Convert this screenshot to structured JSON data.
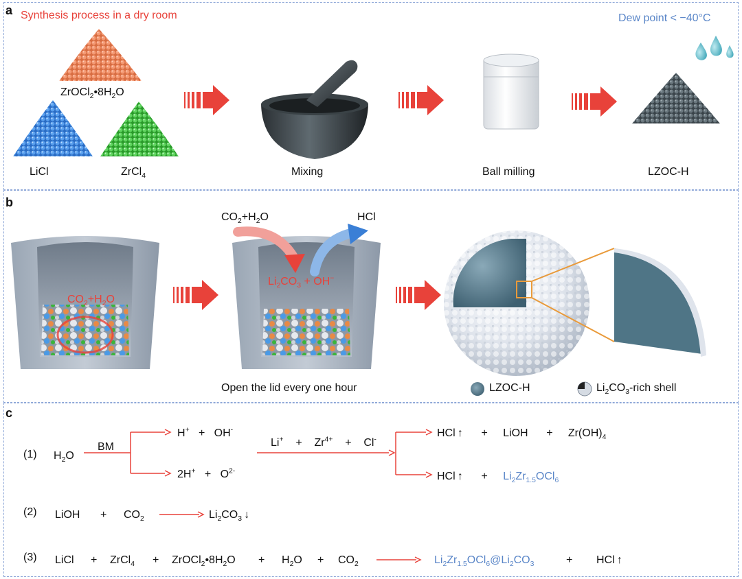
{
  "panel_a": {
    "label": "a",
    "title": "Synthesis process in a dry room",
    "dew_point": "Dew point < −40°C",
    "precursors": {
      "zrocl2": {
        "main": "ZrOCl",
        "sub1": "2",
        "mid": "•8H",
        "sub2": "2",
        "tail": "O"
      },
      "licl": "LiCl",
      "zrcl4": {
        "main": "ZrCl",
        "sub": "4"
      }
    },
    "steps": {
      "mixing": "Mixing",
      "ball_milling": "Ball milling",
      "product": "LZOC-H"
    }
  },
  "panel_b": {
    "label": "b",
    "reactant_inside": {
      "a": "CO",
      "a_sub": "2",
      "b": "+H",
      "b_sub": "2",
      "c": "O"
    },
    "reactant_in": {
      "a": "CO",
      "a_sub": "2",
      "b": "+H",
      "b_sub": "2",
      "c": "O"
    },
    "gas_out": "HCl",
    "product_inside": {
      "a": "Li",
      "a_sub": "2",
      "b": "CO",
      "b_sub": "3",
      "c": " + OH",
      "c_sup": "−"
    },
    "caption": "Open the lid every one hour",
    "legend_core": "LZOC-H",
    "legend_shell": {
      "a": "Li",
      "a_sub": "2",
      "b": "CO",
      "b_sub": "3",
      "c": "-rich shell"
    }
  },
  "panel_c": {
    "label": "c",
    "eq1": {
      "num": "(1)",
      "reactant": {
        "a": "H",
        "sub": "2",
        "b": "O"
      },
      "bm": "BM",
      "branch1": {
        "h": "H",
        "h_sup": "+",
        "plus": "+",
        "oh": "OH",
        "oh_sup": "-"
      },
      "branch2": {
        "h": "2H",
        "h_sup": "+",
        "plus": "+",
        "o": "O",
        "o_sup": "2-"
      },
      "ions": {
        "li": "Li",
        "li_sup": "+",
        "zr": "Zr",
        "zr_sup": "4+",
        "cl": "Cl",
        "cl_sup": "-",
        "plus": "+"
      },
      "prod1": {
        "hcl": "HCl",
        "arrow": "↑",
        "plus": "+",
        "lioh": "LiOH",
        "zr": "Zr(OH)",
        "zr_sub": "4"
      },
      "prod2": {
        "hcl": "HCl",
        "arrow": "↑",
        "plus": "+",
        "a": "Li",
        "a_sub": "2",
        "b": "Zr",
        "b_sub": "1.5",
        "c": "OCl",
        "c_sub": "6"
      }
    },
    "eq2": {
      "num": "(2)",
      "lioh": "LiOH",
      "plus": "+",
      "co2": {
        "a": "CO",
        "sub": "2"
      },
      "prod": {
        "a": "Li",
        "a_sub": "2",
        "b": "CO",
        "b_sub": "3",
        "arrow": "↓"
      }
    },
    "eq3": {
      "num": "(3)",
      "licl": "LiCl",
      "plus": "+",
      "zrcl4": {
        "a": "ZrCl",
        "sub": "4"
      },
      "zrocl2": {
        "a": "ZrOCl",
        "sub1": "2",
        "b": "•8H",
        "sub2": "2",
        "c": "O"
      },
      "h2o": {
        "a": "H",
        "sub": "2",
        "b": "O"
      },
      "co2": {
        "a": "CO",
        "sub": "2"
      },
      "prod": {
        "a": "Li",
        "a_sub": "2",
        "b": "Zr",
        "b_sub": "1.5",
        "c": "OCl",
        "c_sub": "6",
        "d": "@Li",
        "d_sub": "2",
        "e": "CO",
        "e_sub": "3"
      },
      "hcl": "HCl",
      "arrow": "↑"
    }
  },
  "colors": {
    "accent_red": "#e8423a",
    "accent_blue": "#5a86c8",
    "orange_powder": "#e07a52",
    "blue_powder": "#3a7fd6",
    "green_powder": "#3ab53a",
    "grey_powder": "#4b5860",
    "core_color": "#4f7586",
    "shell_color": "#dde3ec"
  },
  "icons": [
    "arrow-right-icon",
    "mortar-icon",
    "jar-icon",
    "droplet-icon",
    "crucible-icon",
    "particle-sphere-icon"
  ]
}
